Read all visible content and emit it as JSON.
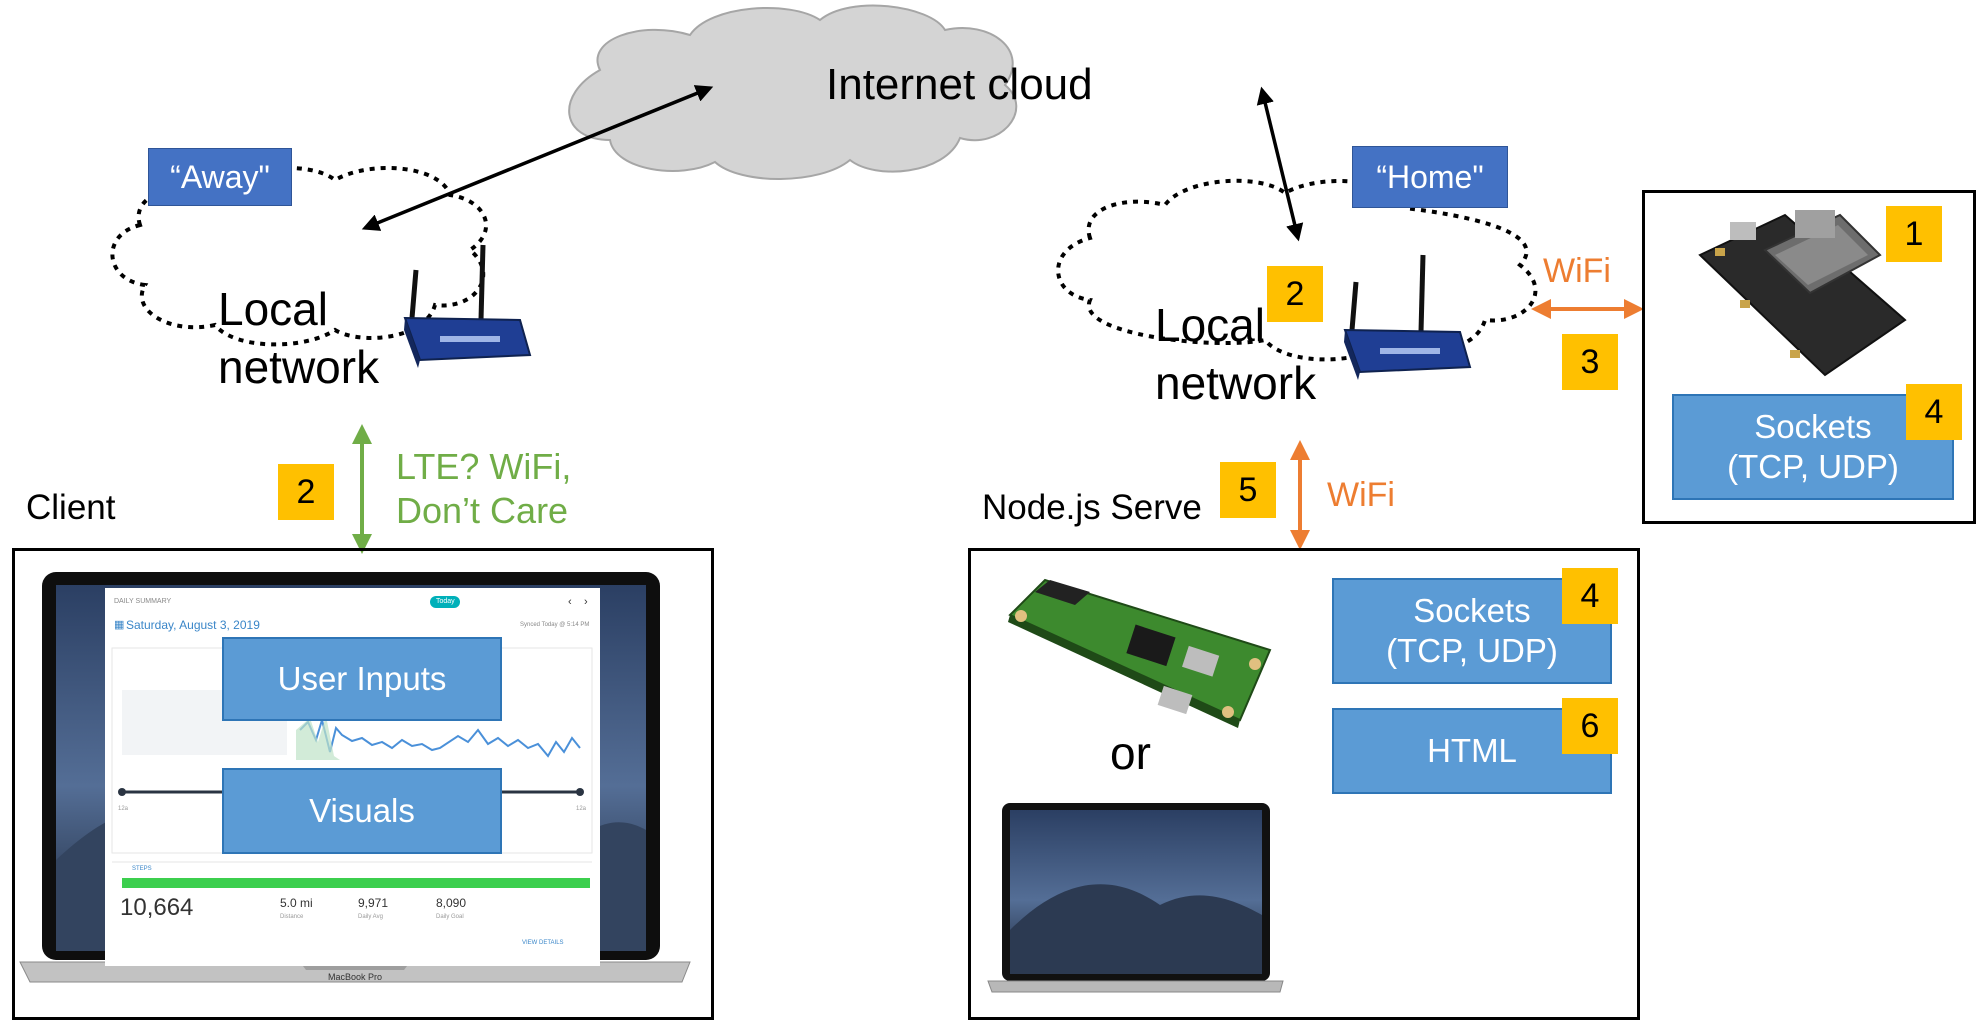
{
  "title": "Internet cloud",
  "away_tag": "“Away\"",
  "home_tag": "“Home\"",
  "local_network_left": [
    "Local",
    "network"
  ],
  "local_network_right": [
    "Local",
    "network"
  ],
  "client_label": "Client",
  "server_label": "Node.js Serve",
  "lte_label": [
    "LTE? WiFi,",
    "Don’t Care"
  ],
  "wifi_right": "WiFi",
  "wifi_down": "WiFi",
  "or_label": "or",
  "user_inputs": "User Inputs",
  "visuals": "Visuals",
  "sockets_top": [
    "Sockets",
    "(TCP, UDP)"
  ],
  "sockets_server": [
    "Sockets",
    "(TCP, UDP)"
  ],
  "html_box": "HTML",
  "numbers": {
    "n1": "1",
    "n2_left": "2",
    "n2_right": "2",
    "n3": "3",
    "n4_top": "4",
    "n4_server": "4",
    "n5": "5",
    "n6": "6"
  },
  "laptop_screen": {
    "header": "DAILY SUMMARY",
    "date": "Saturday, August 3, 2019",
    "today_btn": "Today",
    "synced": "Synced Today @ 5:14 PM",
    "steps_label": "STEPS",
    "steps_value": "10,664",
    "distance_value": "5.0 mi",
    "distance_label": "Distance",
    "daily_avg_value": "9,971",
    "daily_avg_label": "Daily Avg",
    "daily_goal_value": "8,090",
    "daily_goal_label": "Daily Goal",
    "view_details": "VIEW DETAILS",
    "model": "MacBook Pro",
    "axis_left": "12a",
    "axis_right": "12a"
  },
  "colors": {
    "tag_blue": "#4472c4",
    "box_blue": "#5b9bd5",
    "number_yellow": "#ffc000",
    "green_arrow": "#70ad47",
    "orange_arrow": "#ed7d31",
    "cloud_gray": "#d0d0d0"
  }
}
